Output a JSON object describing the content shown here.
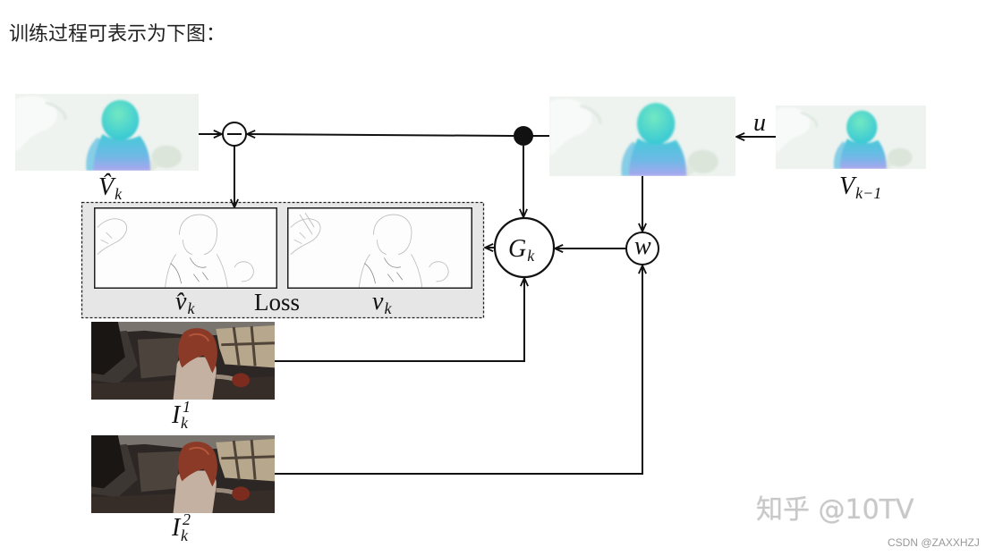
{
  "caption": "训练过程可表示为下图：",
  "labels": {
    "v_hat_k": {
      "base": "V̂",
      "sub": "k"
    },
    "v_k_minus_1": {
      "base": "V",
      "sub": "k−1"
    },
    "u": "u",
    "g_k": {
      "base": "G",
      "sub": "k"
    },
    "w": "w",
    "edge_v_hat_k": {
      "base": "v̂",
      "sub": "k"
    },
    "loss": "Loss",
    "edge_v_k": {
      "base": "v",
      "sub": "k"
    },
    "i_k_1": {
      "base": "I",
      "sup": "1",
      "sub": "k"
    },
    "i_k_2": {
      "base": "I",
      "sup": "2",
      "sub": "k"
    }
  },
  "watermark": "知乎 @10TV",
  "credit": "CSDN @ZAXXHZJ",
  "colors": {
    "text": "#222222",
    "line": "#111111",
    "loss_box_fill": "#e6e6e6",
    "watermark": "#c8c8c8",
    "credit": "#999999"
  }
}
